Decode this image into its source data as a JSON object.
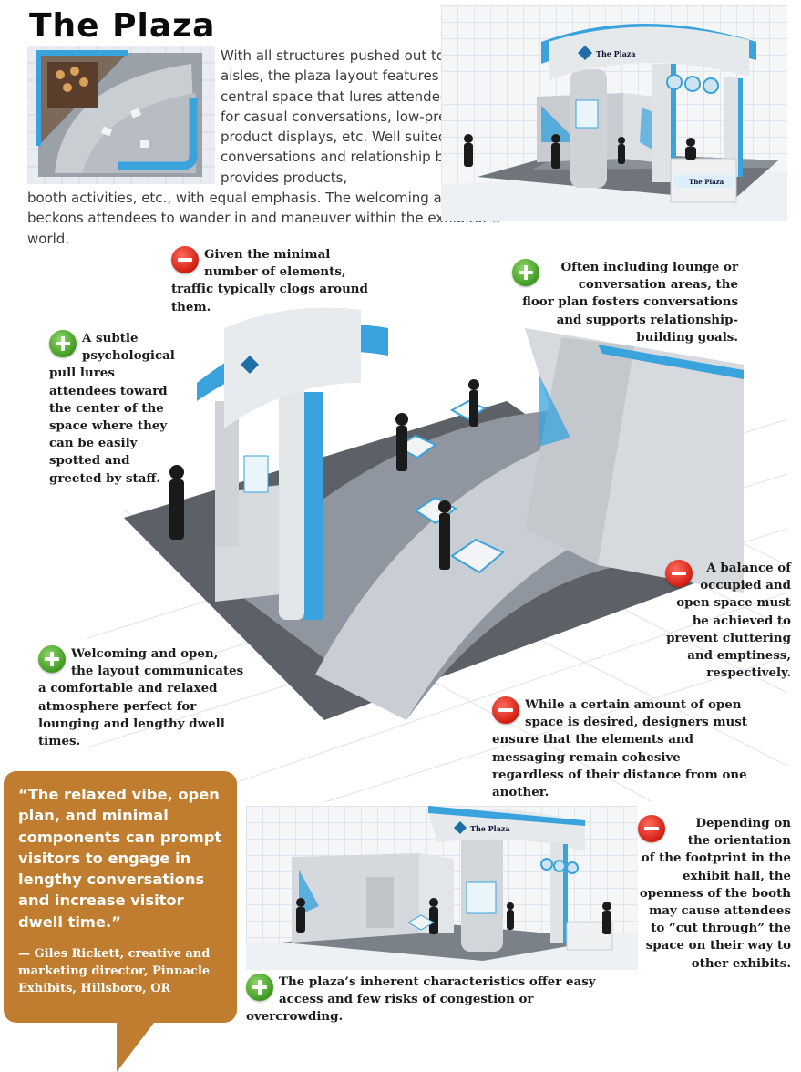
{
  "title": "The Plaza",
  "intro": {
    "part1": "With all structures pushed out toward the aisles, the plaza layout features an open central space that lures attendees inside for casual conversations, low-pressure product displays, etc. Well suited to lengthy conversations and relationship building, it provides products,",
    "part2": "booth activities, etc., with equal emphasis. The welcoming air beckons attendees to wander in and maneuver within the exhibitor’s world."
  },
  "signage": {
    "booth_name": "The Plaza"
  },
  "notes": [
    {
      "type": "minus",
      "text": "Given the minimal number of elements, traffic typically clogs around them."
    },
    {
      "type": "plus",
      "text": "Often including lounge or conversation areas, the floor plan fosters conversations and supports relationship-building goals."
    },
    {
      "type": "plus",
      "text": "A subtle psychological pull lures attendees toward the center of the space where they can be easily spotted and greeted by staff."
    },
    {
      "type": "minus",
      "text": "A balance of occupied and open space must be achieved to prevent cluttering and emptiness, respectively."
    },
    {
      "type": "plus",
      "text": "Welcoming and open, the layout communicates a comfortable and relaxed atmosphere perfect for lounging and lengthy dwell times."
    },
    {
      "type": "minus",
      "text": "While a certain amount of open space is desired, designers must ensure that the elements and messaging remain cohesive regardless of their distance from one another."
    },
    {
      "type": "minus",
      "text": "Depending on the orientation of the footprint in the exhibit hall, the openness of the booth may cause attendees to “cut through” the space on their way to other exhibits."
    },
    {
      "type": "plus",
      "text": "The plaza’s inherent characteristics offer easy access and few risks of congestion or overcrowding."
    }
  ],
  "quote": {
    "text": "“The relaxed vibe, open plan, and minimal components can prompt visitors to engage in lengthy conversations and increase visitor dwell time.”",
    "attribution": "— Giles Rickett, creative and marketing director, Pinnacle Exhibits, Hillsboro, OR"
  },
  "colors": {
    "accent_blue": "#3aa3dd",
    "quote_bg": "#c07d2f",
    "plus_green": "#3f9a22",
    "minus_red": "#d21e12"
  },
  "icons": {
    "plus": "plus-circle-icon",
    "minus": "minus-circle-icon"
  }
}
